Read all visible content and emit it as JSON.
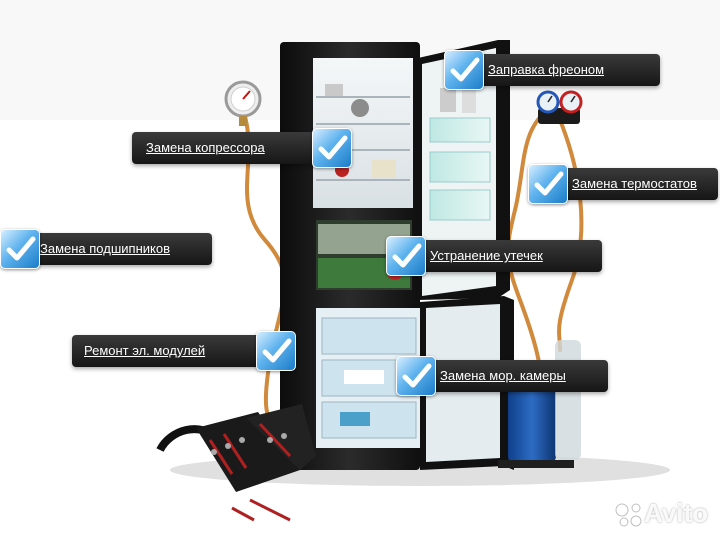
{
  "callouts": [
    {
      "id": "freon",
      "label": "Заправка фреоном"
    },
    {
      "id": "compressor",
      "label": "Замена копрессора"
    },
    {
      "id": "thermostats",
      "label": "Замена термостатов"
    },
    {
      "id": "bearings",
      "label": "Замена подшипников"
    },
    {
      "id": "leaks",
      "label": "Устранение утечек"
    },
    {
      "id": "modules",
      "label": "Ремонт эл. модулей"
    },
    {
      "id": "freezer",
      "label": "Замена мор. камеры"
    }
  ],
  "watermark": {
    "text": "Avito"
  },
  "colors": {
    "callout_bg": "#222222",
    "callout_text": "#ffffff",
    "check_blue": "#2a8ad6",
    "fridge_body": "#1a1a1a",
    "pipe": "#d18a3c"
  },
  "icons": [
    "checkmark-icon",
    "pressure-gauge-icon",
    "manifold-gauge-icon",
    "refrigerant-cylinder-icon",
    "tool-case-icon"
  ]
}
